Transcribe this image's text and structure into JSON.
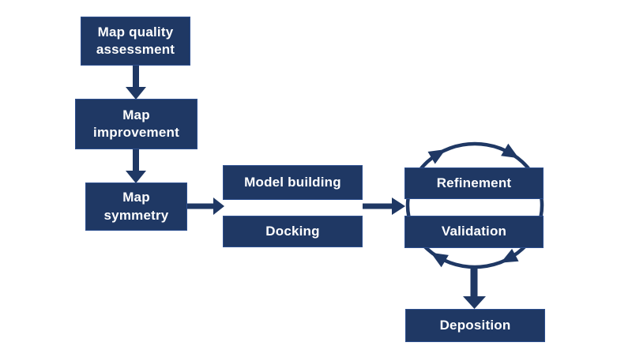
{
  "colors": {
    "page_bg": "#ffffff",
    "node_fill": "#1f3864",
    "node_border": "#2e5090",
    "arrow_color": "#1f3864",
    "label_color": "#ffffff"
  },
  "diagram": {
    "type": "flowchart",
    "nodes": {
      "map_quality_assessment": {
        "label": "Map quality\nassessment"
      },
      "map_improvement": {
        "label": "Map\nimprovement"
      },
      "map_symmetry": {
        "label": "Map\nsymmetry"
      },
      "model_building": {
        "label": "Model building"
      },
      "docking": {
        "label": "Docking"
      },
      "refinement": {
        "label": "Refinement"
      },
      "validation": {
        "label": "Validation"
      },
      "deposition": {
        "label": "Deposition"
      }
    },
    "edges": [
      {
        "from": "map_quality_assessment",
        "to": "map_improvement",
        "type": "arrow-down"
      },
      {
        "from": "map_improvement",
        "to": "map_symmetry",
        "type": "arrow-down"
      },
      {
        "from": "map_symmetry",
        "to": [
          "model_building",
          "docking"
        ],
        "type": "arrow-right"
      },
      {
        "from": [
          "model_building",
          "docking"
        ],
        "to": [
          "refinement",
          "validation"
        ],
        "type": "arrow-right"
      },
      {
        "between": [
          "refinement",
          "validation"
        ],
        "type": "cycle",
        "direction": "clockwise"
      },
      {
        "from": [
          "refinement",
          "validation"
        ],
        "to": "deposition",
        "type": "arrow-down"
      }
    ]
  }
}
